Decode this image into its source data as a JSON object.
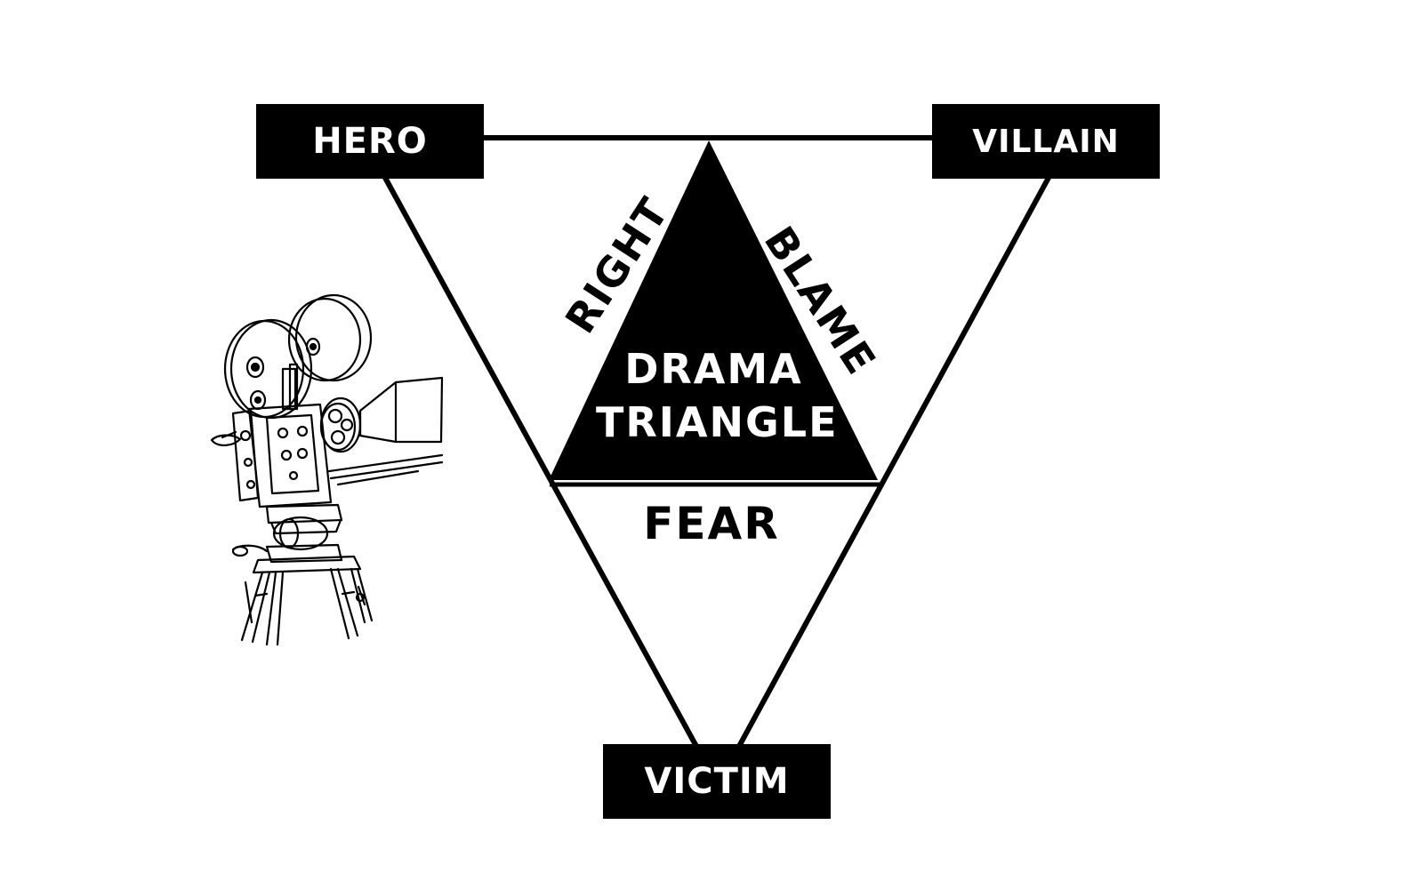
{
  "diagram": {
    "roles": {
      "hero": "HERO",
      "villain": "VILLAIN",
      "victim": "VICTIM"
    },
    "sides": {
      "left": "RIGHT",
      "right": "BLAME",
      "bottom": "FEAR"
    },
    "center": {
      "line1": "DRAMA",
      "line2": "TRIANGLE"
    },
    "decoration": "movie-camera-icon",
    "colors": {
      "background": "#ffffff",
      "ink": "#000000",
      "box_text": "#ffffff"
    }
  }
}
